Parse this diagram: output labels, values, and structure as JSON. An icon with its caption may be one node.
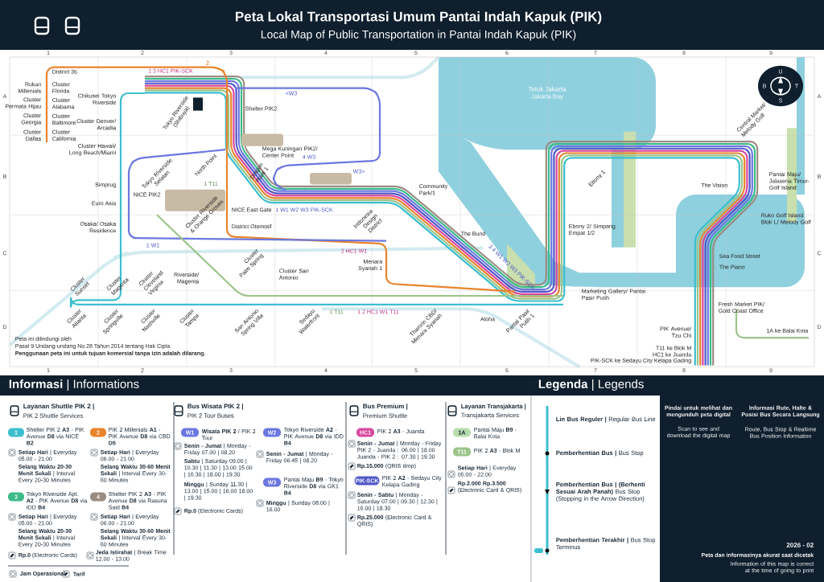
{
  "diagram": {
    "title": "Peta Lokal Transportasi Umum Pantai Indah Kapuk (PIK)",
    "nodes": [
      {
        "text": [
          "1"
        ],
        "beside": [
          "Shelter PIK 2 **A3** - PIK Avenue **D8** via NICE **B2**",
          "**Setiap Hari** | Everyday 05.00 - 21.00",
          "**Selang Waktu 20-30 Menit Sekali** | Interval Every 20-30 Minutes"
        ]
      },
      {
        "text": [
          "2"
        ],
        "beside": [
          "PIK 2 Millenials **A1** - PIK Avenue **D8** via CBD **D5**",
          "**Setiap Hari** | Everyday 06.00 - 21.00",
          "**Selang Waktu 30-60 Menit Sekali** | Interval Every 30-60 Minutes"
        ]
      },
      {
        "text": [
          "3"
        ],
        "beside": [
          "Tokyo Riverside Apt. **A2** - PIK Avenue **D8** via IDD **B4**",
          "**Setiap Hari** | Everyday 05.00 - 21.00",
          "**Selang Waktu 20-30 Menit Sekali** | Interval Every 20-30 Minutes"
        ]
      },
      {
        "text": [
          "4"
        ],
        "beside": [
          "Shelter PIK 2 **A3** - PIK Avenue **D8** via Rasuna Said **B4**",
          "**Setiap Hari** | Everyday 06.00 - 21.00",
          "**Selang Waktu 30-60 Menit Sekali** | Interval Every 30-60 Minutes"
        ]
      },
      {
        "text": [
          "W1"
        ],
        "beside": [
          "**Wisata PIK 2** / PIK 2 Tour",
          "**Senin - Jumat** | Monday - Friday 07.00 | 08.20",
          "**Sabtu** | Saturday 09.00 | 10.30 | 11.30 | 13.00 15.00 | 16.30 | 18.00 | 19.30",
          "**Minggu** | Sunday 11.30 | 13.00 | 15.00 | 16.00 18.00 | 19.30"
        ]
      },
      {
        "text": [
          "W2"
        ],
        "beside": [
          "Tokyo Riverside **A2** - PIK Avenue **D8** via IDD **B4**",
          "**Senin - Jumat** | Monday - Friday 06.45 | 08.20"
        ]
      },
      {
        "text": [
          "W3"
        ],
        "beside": [
          "Pantai Maju **B9** - Tokyo Riverside **D8** via GK1 **B4**",
          "**Minggu** | Sunday 08.00 | 16.00"
        ]
      },
      {
        "text": [
          "HC1"
        ],
        "beside": [
          "PIK 2 **A3** - Juanda",
          "**Senin - Jumat** | Monday - Friday PIK 2 - Juanda : 06.00 | 18.00 Juanda - PIK 2 : 07.30 | 19.30",
          "**Rp.15.000** (QRIS drop)"
        ]
      },
      {
        "text": [
          "PIK-SCK"
        ],
        "beside": [
          "PIK 2 **A2** - Sedayu City Kelapa Gading",
          "**Senin - Sabtu** | Monday - Saturday 07.00 | 09.30 | 12.30 | 16.00 | 18.30",
          "**Rp.25.000** (Electronic Card & QRIS)"
        ]
      },
      {
        "text": [
          "1A"
        ],
        "beside": [
          "Pantai Maju **B9** - Balai Kota"
        ]
      },
      {
        "text": [
          "T11"
        ],
        "beside": [
          "PIK 2 **A3** - Blok M"
        ]
      }
    ],
    "labels": [
      "Local Map of Public Transportation in Pantai Indah Kapuk (PIK)",
      "1",
      "2",
      "3",
      "4",
      "5",
      "6",
      "7",
      "8",
      "9",
      "1",
      "2",
      "3",
      "4",
      "5",
      "6",
      "7",
      "8",
      "9",
      "A",
      "B",
      "C",
      "D",
      "A",
      "B",
      "C",
      "D",
      "District 36",
      "Rukan Millenials",
      "Cluster Florida",
      "Cluster Permata Hijau",
      "Cluster Alabama",
      "Cluster Georgia",
      "Cluster Baltimore",
      "Cluster Dallas",
      "Cluster California",
      "Chikusei Tokyo Riverside",
      "Cluster Denver/ Arcadia",
      "Cluster Hawaii/ Long Beach/Miami",
      "Simprug",
      "Euro Asia",
      "Osaka/ Osaka Residence",
      "Tokyo Riverside (Shibuya)",
      "Tokyo Riverside Selatan",
      "Shelter PIK2",
      "Mega Kuningan PIK2/ Center Point",
      "North Point",
      "Dragon Point 1",
      "NICE PIK2",
      "NICE East Gate",
      "District Otomotif",
      "Cluster Riverside & Orange Groves",
      "Cluster Palm Spring",
      "Riverside/ Magenta",
      "Cluster San Antonio",
      "Cluster Sunset",
      "Cluster Magenta",
      "Cluster Cleveland Virginia",
      "Cluster Atlanta",
      "Cluster Springville",
      "Cluster Nashville",
      "Cluster Tampa",
      "San Antonio Spring Villa",
      "Sedayu Waterfront",
      "Indonesia Design District",
      "Community Park/1",
      "The Bund",
      "Menara Syariah 1",
      "Thamrin CBD/ Menara Syariah",
      "Aloha",
      "Pantai Pasir Putih 1",
      "Marketing Gallery/ Pantai Pasir Putih",
      "Ebony 2/ Simpang Empat 1/2",
      "Ebony 1",
      "Central Market/ Melody Golf",
      "The Vision",
      "Pantai Maju/ Jalasena Timur- Golf Island",
      "Ruko Golf Island Blok L/ Melody Golf",
      "Sea Food Street",
      "The Piano",
      "Fresh Market PIK/ Gold Coast Office",
      "PIK Avenue/ Tzu Chi",
      "T11 ke Blok M",
      "HC1 ke Juanda",
      "PIK-SCK ke Sedayu City Kelapa Gading",
      "1A ke Balai Kota",
      "Teluk Jakarta",
      "Jakarta Bay",
      "U",
      "T",
      "S",
      "B",
      "Peta ini dilindungi oleh",
      "Pasal 9 Undang-undang No.28 Tahun 2014 tentang Hak Cipta",
      "Penggunaan peta ini untuk tujuan komersial tanpa izin adalah dilarang.",
      "1 3 HC1 PIK-SCK",
      "2",
      "<W3",
      "4 W3",
      "W3>",
      "1 T11",
      "1 W1 W2 W3 PIK-SCK",
      "1 W1",
      "2 HC1 W1",
      "1 T11",
      "1 2 HC1 W1 T11",
      "3 4 W1 W2 W3 PIK-SCK",
      "**Informasi** | Informations",
      "**Legenda** | Legends",
      "Layanan Shuttle PIK 2 |",
      "PIK 2 Shuttle Services",
      "**Rp.0** (Electronic Cards)",
      "**Jeda Istirahat** | Break Time 12.00 - 13.00",
      "Jam Operasional",
      "Tarif",
      "Bus Wisata PIK 2 |",
      "PIK 2 Tour Buses",
      "**Rp.0** (Electronic Cards)",
      "Bus Premium |",
      "Premium Shuttle",
      "Layanan Transjakarta |",
      "Transjakarta Services",
      "**Setiap Hari** | Everyday 05.00 - 22.00",
      "**Rp.2.000 Rp.3.500** (Electronic Card & QRIS)",
      "Pindai untuk melihat dan mengunduh peta digital",
      "Scan to see and download the digital map",
      "Informasi Rute, Halte & Posisi Bus Secara Langsung",
      "Route, Bus Stop & Realtime Bus Position Information",
      "2026 - 02",
      "Peta dan informasinya akurat saat dicetak",
      "Information of this map is correct at the time of going to print"
    ],
    "legend": [
      {
        "text": "**Lin Bus Reguler |** Regular Bus Line"
      },
      {
        "text": "**Pemberhentian Bus |** Bus Stop"
      },
      {
        "text": "**Pemberhentian Bus | (Berhenti Sesuai Arah Panah)** Bus Stop (Stopping in the Arrow Direction)"
      },
      {
        "text": "**Pemberhentian Terakhir |** Bus Stop Terminus"
      }
    ]
  }
}
